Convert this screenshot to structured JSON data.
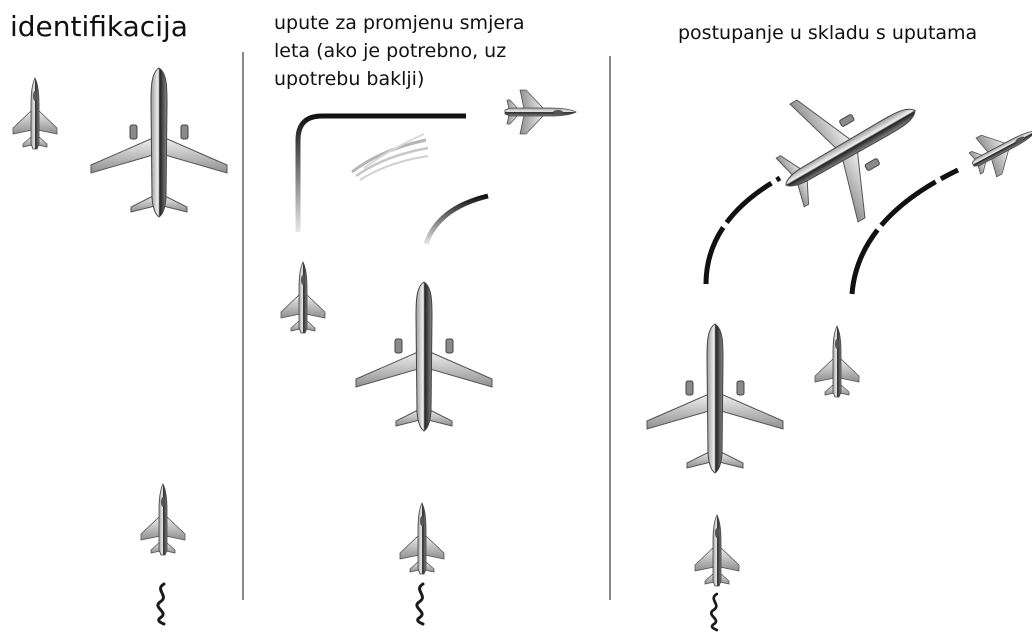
{
  "panels": [
    {
      "id": "identification",
      "caption": "identifikacija"
    },
    {
      "id": "instructions",
      "caption": "upute za promjenu smjera\nleta (ako je potrebno, uz\nupotrebu baklji)"
    },
    {
      "id": "compliance",
      "caption": "postupanje u skladu s uputama"
    }
  ],
  "colors": {
    "background": "#ffffff",
    "ink": "#111111",
    "divider": "#888888",
    "aircraft_fill": "#d9d9d9",
    "aircraft_shade": "#7a7a7a",
    "trail": "#1a1a1a"
  }
}
